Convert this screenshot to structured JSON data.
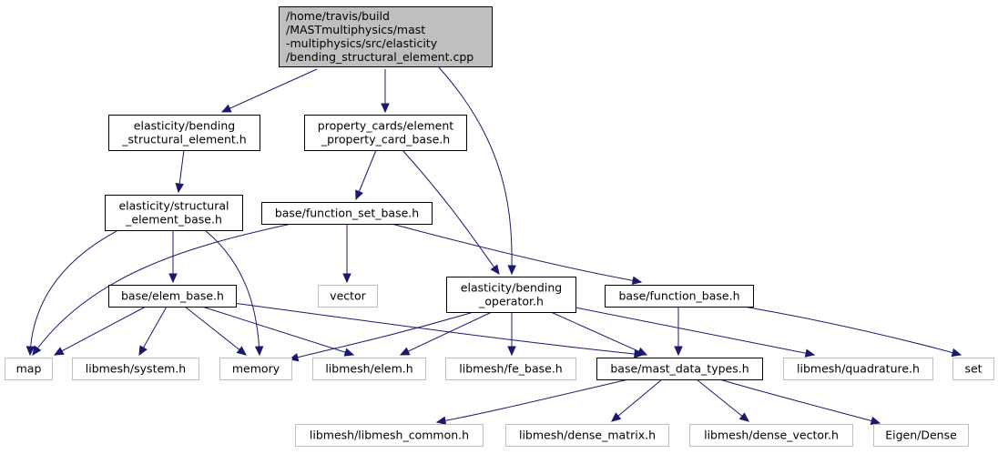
{
  "colors": {
    "edge": "#191970",
    "root_fill": "#bfbfbf",
    "node_border": "#000000",
    "external_border": "#bfbfbf",
    "background": "#ffffff"
  },
  "nodes": {
    "root": {
      "lines": [
        "/home/travis/build",
        "/MASTmultiphysics/mast",
        "-multiphysics/src/elasticity",
        "/bending_structural_element.cpp"
      ],
      "kind": "root"
    },
    "bse_h": {
      "lines": [
        "elasticity/bending",
        "_structural_element.h"
      ],
      "kind": "internal"
    },
    "pcb_h": {
      "lines": [
        "property_cards/element",
        "_property_card_base.h"
      ],
      "kind": "internal"
    },
    "seb_h": {
      "lines": [
        "elasticity/structural",
        "_element_base.h"
      ],
      "kind": "internal"
    },
    "fsb_h": {
      "lines": [
        "base/function_set_base.h"
      ],
      "kind": "internal"
    },
    "ebase_h": {
      "lines": [
        "base/elem_base.h"
      ],
      "kind": "internal"
    },
    "vector": {
      "lines": [
        "vector"
      ],
      "kind": "external"
    },
    "bop_h": {
      "lines": [
        "elasticity/bending",
        "_operator.h"
      ],
      "kind": "internal"
    },
    "fb_h": {
      "lines": [
        "base/function_base.h"
      ],
      "kind": "internal"
    },
    "map": {
      "lines": [
        "map"
      ],
      "kind": "external"
    },
    "system_h": {
      "lines": [
        "libmesh/system.h"
      ],
      "kind": "external"
    },
    "memory": {
      "lines": [
        "memory"
      ],
      "kind": "external"
    },
    "elem_h": {
      "lines": [
        "libmesh/elem.h"
      ],
      "kind": "external"
    },
    "fe_base_h": {
      "lines": [
        "libmesh/fe_base.h"
      ],
      "kind": "external"
    },
    "mdt_h": {
      "lines": [
        "base/mast_data_types.h"
      ],
      "kind": "internal"
    },
    "quad_h": {
      "lines": [
        "libmesh/quadrature.h"
      ],
      "kind": "external"
    },
    "set": {
      "lines": [
        "set"
      ],
      "kind": "external"
    },
    "common_h": {
      "lines": [
        "libmesh/libmesh_common.h"
      ],
      "kind": "external"
    },
    "dmat_h": {
      "lines": [
        "libmesh/dense_matrix.h"
      ],
      "kind": "external"
    },
    "dvec_h": {
      "lines": [
        "libmesh/dense_vector.h"
      ],
      "kind": "external"
    },
    "eigen": {
      "lines": [
        "Eigen/Dense"
      ],
      "kind": "external"
    }
  },
  "edges": [
    {
      "from": "root",
      "to": "bse_h"
    },
    {
      "from": "root",
      "to": "pcb_h"
    },
    {
      "from": "root",
      "to": "bop_h"
    },
    {
      "from": "bse_h",
      "to": "seb_h"
    },
    {
      "from": "pcb_h",
      "to": "fsb_h"
    },
    {
      "from": "pcb_h",
      "to": "bop_h"
    },
    {
      "from": "seb_h",
      "to": "map"
    },
    {
      "from": "seb_h",
      "to": "ebase_h"
    },
    {
      "from": "seb_h",
      "to": "memory"
    },
    {
      "from": "fsb_h",
      "to": "map"
    },
    {
      "from": "fsb_h",
      "to": "vector"
    },
    {
      "from": "fsb_h",
      "to": "fb_h"
    },
    {
      "from": "ebase_h",
      "to": "map"
    },
    {
      "from": "ebase_h",
      "to": "system_h"
    },
    {
      "from": "ebase_h",
      "to": "memory"
    },
    {
      "from": "ebase_h",
      "to": "elem_h"
    },
    {
      "from": "ebase_h",
      "to": "mdt_h"
    },
    {
      "from": "bop_h",
      "to": "memory"
    },
    {
      "from": "bop_h",
      "to": "elem_h"
    },
    {
      "from": "bop_h",
      "to": "fe_base_h"
    },
    {
      "from": "bop_h",
      "to": "mdt_h"
    },
    {
      "from": "bop_h",
      "to": "quad_h"
    },
    {
      "from": "fb_h",
      "to": "mdt_h"
    },
    {
      "from": "fb_h",
      "to": "set"
    },
    {
      "from": "mdt_h",
      "to": "common_h"
    },
    {
      "from": "mdt_h",
      "to": "dmat_h"
    },
    {
      "from": "mdt_h",
      "to": "dvec_h"
    },
    {
      "from": "mdt_h",
      "to": "eigen"
    }
  ]
}
